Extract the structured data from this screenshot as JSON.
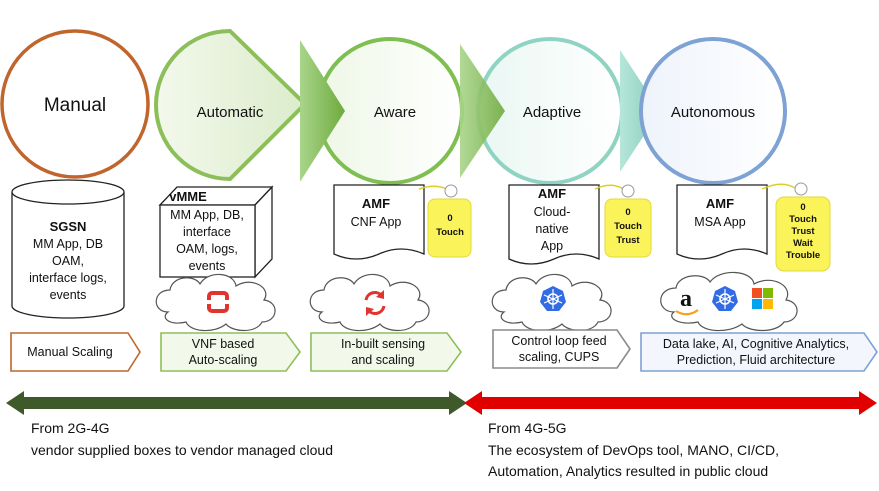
{
  "stages": {
    "manual": "Manual",
    "automatic": "Automatic",
    "aware": "Aware",
    "adaptive": "Adaptive",
    "autonomous": "Autonomous"
  },
  "boxes": {
    "sgsn": {
      "title": "SGSN",
      "lines": [
        "MM App, DB",
        "OAM,",
        "interface logs,",
        "events"
      ]
    },
    "vmme": {
      "title": "vMME",
      "lines": [
        "MM App, DB,",
        "interface",
        "OAM, logs,",
        "events"
      ]
    },
    "amf_cnf": {
      "title": "AMF",
      "lines": [
        "CNF App"
      ]
    },
    "amf_cloud": {
      "title": "AMF",
      "lines": [
        "Cloud-",
        "native",
        "App"
      ]
    },
    "amf_msa": {
      "title": "AMF",
      "lines": [
        "MSA App"
      ]
    }
  },
  "tags": {
    "cnf": [
      "0",
      "Touch"
    ],
    "cloud": [
      "0",
      "Touch",
      "Trust"
    ],
    "msa": [
      "0",
      "Touch",
      "Trust",
      "Wait",
      "Trouble"
    ]
  },
  "banners": {
    "manual_scaling": [
      "Manual Scaling"
    ],
    "vnf": [
      "VNF based",
      "Auto-scaling"
    ],
    "inbuilt": [
      "In-built sensing",
      "and scaling"
    ],
    "control": [
      "Control loop feed",
      "scaling, CUPS"
    ],
    "datalake": [
      "Data lake, AI, Cognitive Analytics,",
      "Prediction, Fluid architecture"
    ]
  },
  "bottom": {
    "left": [
      "From 2G-4G",
      "vendor supplied boxes to vendor managed cloud"
    ],
    "right": [
      "From 4G-5G",
      "The ecosystem of DevOps tool, MANO, CI/CD,",
      "Automation, Analytics resulted in public cloud"
    ]
  },
  "icons": {
    "amazon_letter": "a"
  },
  "colors": {
    "manual": "#c0662d",
    "automatic": "#8cbf5a",
    "aware": "#7fbf52",
    "adaptive": "#8fd3c2",
    "autonomous": "#7ea2d4",
    "tag_fill": "#fbf35a",
    "dark_arrow": "#3f5a2a",
    "red_arrow": "#e00000",
    "kubernetes": "#326ce5",
    "openstack": "#e2332e"
  }
}
